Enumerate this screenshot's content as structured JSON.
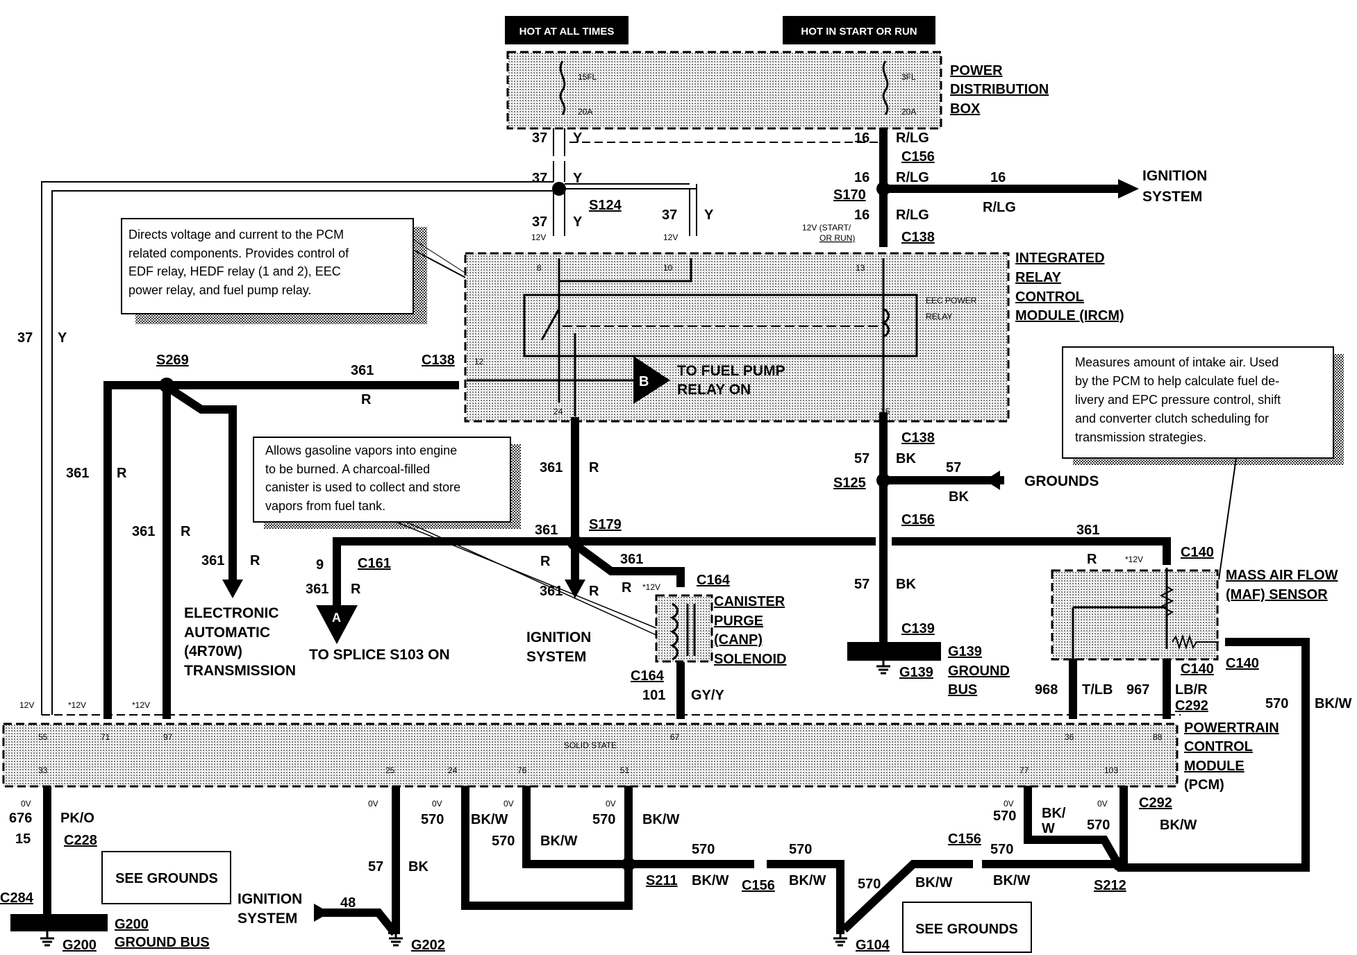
{
  "hot_labels": {
    "left": "HOT AT ALL TIMES",
    "right": "HOT IN START OR RUN"
  },
  "pdb": {
    "title": [
      "POWER",
      "DISTRIBUTION",
      "BOX"
    ],
    "fuse_left": "15FL",
    "fuse_left_amp": "20A",
    "fuse_right": "3FL",
    "fuse_right_amp": "20A"
  },
  "wires": {
    "w37": "37",
    "y": "Y",
    "w16": "16",
    "rlg": "R/LG",
    "w361": "361",
    "r": "R",
    "w57": "57",
    "bk": "BK",
    "w570": "570",
    "bkw": "BK/W",
    "w968": "968",
    "tlb": "T/LB",
    "w967": "967",
    "lbr": "LB/R",
    "w101": "101",
    "gyy": "GY/Y",
    "w676": "676",
    "pko": "PK/O",
    "w48": "48",
    "bkw_split_a": "BK/",
    "bkw_split_b": "W"
  },
  "connectors": {
    "c156": "C156",
    "c138": "C138",
    "c161": "C161",
    "c164": "C164",
    "c139": "C139",
    "c140": "C140",
    "c292": "C292",
    "c228": "C228",
    "c284": "C284"
  },
  "splices": {
    "s124": "S124",
    "s170": "S170",
    "s269": "S269",
    "s179": "S179",
    "s125": "S125",
    "s211": "S211",
    "s212": "S212"
  },
  "voltages": {
    "v12": "12V",
    "v12_star": "*12V",
    "v12_startrun_a": "12V (START/",
    "v12_startrun_b": "OR RUN)",
    "v0": "0V"
  },
  "ircm": {
    "title": [
      "INTEGRATED",
      "RELAY",
      "CONTROL",
      "MODULE (IRCM)"
    ],
    "relay_a": "EEC POWER",
    "relay_b": "RELAY",
    "pins": {
      "p8": "8",
      "p10": "10",
      "p13": "13",
      "p12": "12",
      "p24": "24",
      "p15": "15"
    },
    "fuel_pump_a": "TO FUEL PUMP",
    "fuel_pump_b": "RELAY ON",
    "marker": "B"
  },
  "ignition_system": {
    "a": "IGNITION",
    "b": "SYSTEM"
  },
  "grounds_label": "GROUNDS",
  "notes": {
    "ircm": [
      "Directs voltage and current to the PCM",
      "related components. Provides control of",
      "EDF relay, HEDF relay (1 and 2), EEC",
      "power relay, and fuel pump relay."
    ],
    "canp": [
      "Allows gasoline vapors into engine",
      "to be burned.  A charcoal-filled",
      "canister is used to collect and store",
      "vapors from fuel tank."
    ],
    "maf": [
      "Measures amount of intake air. Used",
      "by the PCM to help calculate fuel de-",
      "livery and EPC pressure control, shift",
      "and converter clutch scheduling for",
      "transmission strategies."
    ]
  },
  "transmission": [
    "ELECTRONIC",
    "AUTOMATIC",
    "(4R70W)",
    "TRANSMISSION"
  ],
  "splice_a": {
    "marker": "A",
    "label": "TO SPLICE S103 ON",
    "pin": "9"
  },
  "canp": [
    "CANISTER",
    "PURGE",
    "(CANP)",
    "SOLENOID"
  ],
  "maf": [
    "MASS AIR FLOW",
    "(MAF) SENSOR"
  ],
  "g139": {
    "id": "G139",
    "label": [
      "G139",
      "GROUND",
      "BUS"
    ]
  },
  "pcm": {
    "title": [
      "POWERTRAIN",
      "CONTROL",
      "MODULE",
      "(PCM)"
    ],
    "solid_state": "SOLID STATE",
    "top_pins": [
      "55",
      "71",
      "97",
      "67",
      "36",
      "88"
    ],
    "bottom_pins": [
      "33",
      "25",
      "24",
      "76",
      "51",
      "77",
      "103"
    ]
  },
  "bottom": {
    "see_grounds": "SEE GROUNDS",
    "pin15": "15",
    "g200": "G200",
    "g200_bus": "GROUND BUS",
    "g202": "G202",
    "g104": "G104"
  }
}
